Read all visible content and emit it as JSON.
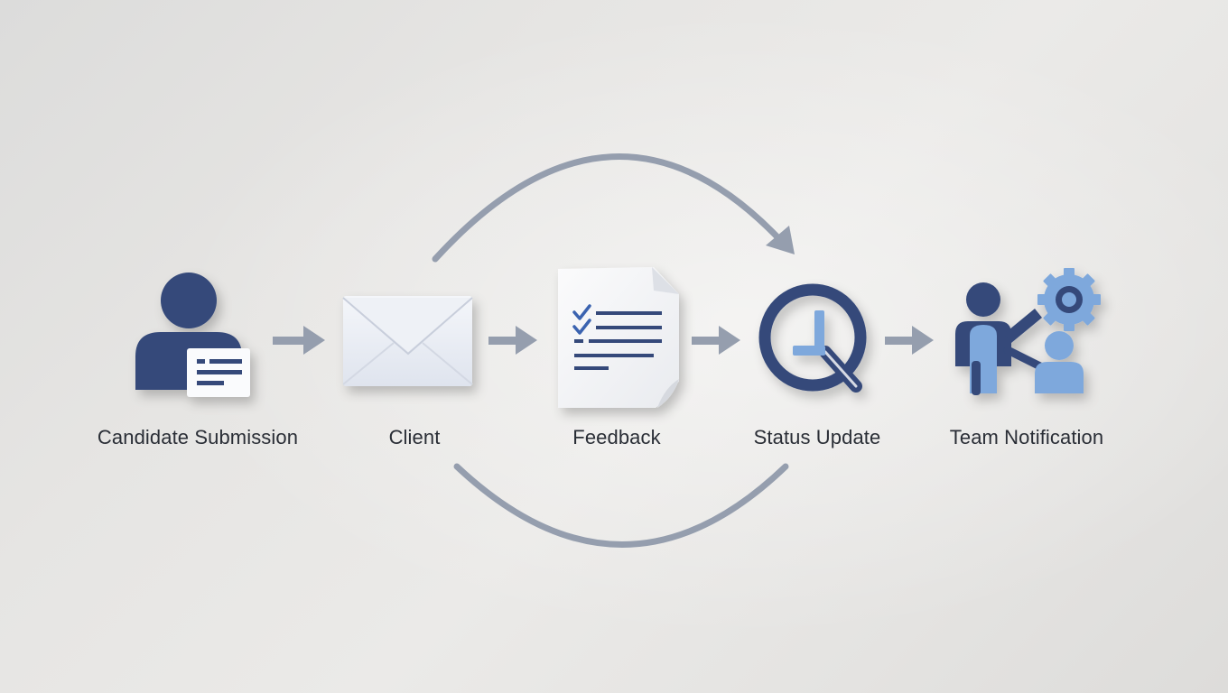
{
  "steps": [
    {
      "label": "Candidate Submission",
      "icon": "candidate-resume-icon"
    },
    {
      "label": "Client",
      "icon": "envelope-icon"
    },
    {
      "label": "Feedback",
      "icon": "checklist-document-icon"
    },
    {
      "label": "Status Update",
      "icon": "clock-icon"
    },
    {
      "label": "Team Notification",
      "icon": "team-gear-icon"
    }
  ],
  "colors": {
    "navy": "#34497a",
    "light_blue": "#7ea8dc",
    "arrow_gray": "#959eae",
    "text": "#2a2e36"
  }
}
